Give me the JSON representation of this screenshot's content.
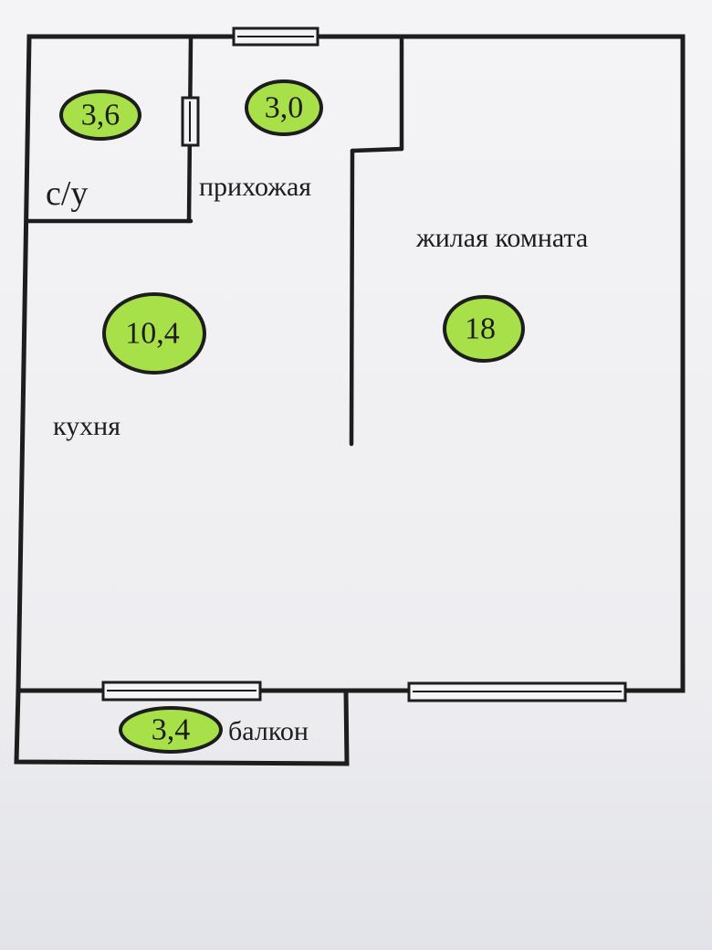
{
  "rooms": {
    "bathroom": {
      "label": "с/у",
      "area": "3,6"
    },
    "hallway": {
      "label": "прихожая",
      "area": "3,0"
    },
    "living_room": {
      "label": "жилая комната",
      "area": "18"
    },
    "kitchen": {
      "label": "кухня",
      "area": "10,4"
    },
    "balcony": {
      "label": "балкон",
      "area": "3,4"
    }
  },
  "colors": {
    "badge_fill": "#a8e04a",
    "wall": "#1d1d1d",
    "paper": "#f4f4f6"
  }
}
